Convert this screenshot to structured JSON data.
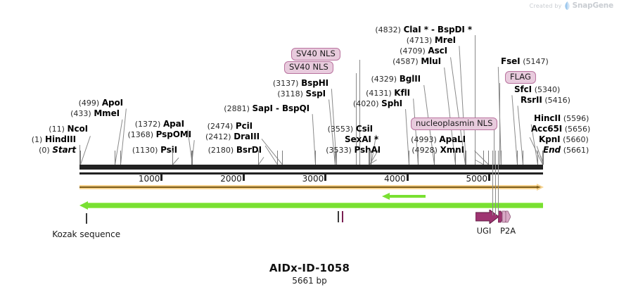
{
  "watermark": {
    "prefix": "Created by",
    "brand": "SnapGene",
    "icon": "snapgene-leaf-icon"
  },
  "title": {
    "name": "AIDx-ID-1058",
    "size": "5661 bp"
  },
  "colors": {
    "backbone": "#222222",
    "feature_pill_bg": "#e8cbdd",
    "feature_pill_border": "#b9739f",
    "orange_track": "#7c5c17",
    "orange_track_edge": "#f6d390",
    "green_track": "#79e032",
    "ugi_arrow": "#9e3471",
    "p2a_arrow": "#d9a8c6",
    "leader_line": "#8a8a8a"
  },
  "ruler": {
    "start_label": "0",
    "end_label": "5661",
    "ticks": [
      {
        "label": "1000",
        "value": 1000
      },
      {
        "label": "2000",
        "value": 2000
      },
      {
        "label": "3000",
        "value": 3000
      },
      {
        "label": "4000",
        "value": 4000
      },
      {
        "label": "5000",
        "value": 5000
      }
    ]
  },
  "sites": [
    {
      "pos": "(0)",
      "enz": "Start",
      "value": 0,
      "italic": true,
      "col": 0,
      "row": 0,
      "side": "right"
    },
    {
      "pos": "(1)",
      "enz": "HindIII",
      "value": 1,
      "italic": false,
      "col": 0,
      "row": 1,
      "side": "right"
    },
    {
      "pos": "(11)",
      "enz": "NcoI",
      "value": 11,
      "italic": false,
      "col": 0,
      "row": 2,
      "side": "right"
    },
    {
      "pos": "(433)",
      "enz": "MmeI",
      "value": 433,
      "italic": false,
      "col": 1,
      "row": 3,
      "side": "right"
    },
    {
      "pos": "(499)",
      "enz": "ApoI",
      "value": 499,
      "italic": false,
      "col": 1,
      "row": 4,
      "side": "right"
    },
    {
      "pos": "(1130)",
      "enz": "PsiI",
      "value": 1130,
      "italic": false,
      "col": 2,
      "row": 0,
      "side": "right"
    },
    {
      "pos": "(1368)",
      "enz": "PspOMI",
      "value": 1368,
      "italic": false,
      "col": 2,
      "row": 1,
      "side": "right"
    },
    {
      "pos": "(1372)",
      "enz": "ApaI",
      "value": 1372,
      "italic": false,
      "col": 2,
      "row": 2,
      "side": "right"
    },
    {
      "pos": "(2180)",
      "enz": "BsrDI",
      "value": 2180,
      "italic": false,
      "col": 3,
      "row": 0,
      "side": "right"
    },
    {
      "pos": "(2412)",
      "enz": "DraIII",
      "value": 2412,
      "italic": false,
      "col": 3,
      "row": 1,
      "side": "right"
    },
    {
      "pos": "(2474)",
      "enz": "PciI",
      "value": 2474,
      "italic": false,
      "col": 3,
      "row": 2,
      "side": "right"
    },
    {
      "pos": "(2881)",
      "enz": "SapI  -  BspQI",
      "value": 2881,
      "italic": false,
      "col": 3,
      "row": 3,
      "side": "right"
    },
    {
      "pos": "(3118)",
      "enz": "SspI",
      "value": 3118,
      "italic": false,
      "col": 4,
      "row": 4,
      "side": "right"
    },
    {
      "pos": "(3137)",
      "enz": "BspHI",
      "value": 3137,
      "italic": false,
      "col": 4,
      "row": 5,
      "side": "right"
    },
    {
      "pos": "(3533)",
      "enz": "PshAI",
      "value": 3533,
      "italic": false,
      "col": 5,
      "row": 0,
      "side": "right"
    },
    {
      "pos": "",
      "enz": "SexAI *",
      "value": 3543,
      "italic": false,
      "col": 5,
      "row": 1,
      "side": "right"
    },
    {
      "pos": "(3553)",
      "enz": "CsiI",
      "value": 3553,
      "italic": false,
      "col": 5,
      "row": 2,
      "side": "right"
    },
    {
      "pos": "(4020)",
      "enz": "SphI",
      "value": 4020,
      "italic": false,
      "col": 6,
      "row": 0,
      "side": "right"
    },
    {
      "pos": "(4131)",
      "enz": "KflI",
      "value": 4131,
      "italic": false,
      "col": 6,
      "row": 1,
      "side": "right"
    },
    {
      "pos": "(4329)",
      "enz": "BglII",
      "value": 4329,
      "italic": false,
      "col": 6,
      "row": 2,
      "side": "right"
    },
    {
      "pos": "(4587)",
      "enz": "MluI",
      "value": 4587,
      "italic": false,
      "col": 6,
      "row": 3,
      "side": "right"
    },
    {
      "pos": "(4709)",
      "enz": "AscI",
      "value": 4709,
      "italic": false,
      "col": 6,
      "row": 4,
      "side": "right"
    },
    {
      "pos": "(4713)",
      "enz": "MreI",
      "value": 4713,
      "italic": false,
      "col": 6,
      "row": 5,
      "side": "right"
    },
    {
      "pos": "(4832)",
      "enz": "ClaI * - BspDI *",
      "value": 4832,
      "italic": false,
      "col": 6,
      "row": 6,
      "side": "right"
    },
    {
      "pos": "(4928)",
      "enz": "XmnI",
      "value": 4928,
      "italic": false,
      "col": 7,
      "row": 0,
      "side": "right"
    },
    {
      "pos": "(4993)",
      "enz": "ApaLI",
      "value": 4993,
      "italic": false,
      "col": 7,
      "row": 1,
      "side": "right"
    },
    {
      "pos": "(5147)",
      "enz": "FseI",
      "value": 5147,
      "italic": false,
      "col": 8,
      "row": 5,
      "side": "left"
    },
    {
      "pos": "(5340)",
      "enz": "SfcI",
      "value": 5340,
      "italic": false,
      "col": 8,
      "row": 2,
      "side": "left"
    },
    {
      "pos": "(5416)",
      "enz": "RsrII",
      "value": 5416,
      "italic": false,
      "col": 8,
      "row": 1,
      "side": "left"
    },
    {
      "pos": "(5596)",
      "enz": "HincII",
      "value": 5596,
      "italic": false,
      "col": 9,
      "row": 3,
      "side": "left"
    },
    {
      "pos": "(5656)",
      "enz": "Acc65I",
      "value": 5656,
      "italic": false,
      "col": 9,
      "row": 2,
      "side": "left"
    },
    {
      "pos": "(5660)",
      "enz": "KpnI",
      "value": 5660,
      "italic": false,
      "col": 9,
      "row": 1,
      "side": "left"
    },
    {
      "pos": "(5661)",
      "enz": "End",
      "value": 5661,
      "italic": true,
      "col": 9,
      "row": 0,
      "side": "left"
    }
  ],
  "feature_pills": [
    {
      "label": "SV40 NLS",
      "name": "sv40-nls-1"
    },
    {
      "label": "SV40 NLS",
      "name": "sv40-nls-2"
    },
    {
      "label": "nucleoplasmin NLS",
      "name": "nucleoplasmin-nls"
    },
    {
      "label": "FLAG",
      "name": "flag-tag"
    }
  ],
  "track_features": [
    {
      "label": "UGI",
      "name": "ugi-feature"
    },
    {
      "label": "P2A",
      "name": "p2a-feature"
    }
  ],
  "kozak": {
    "label": "Kozak sequence"
  }
}
